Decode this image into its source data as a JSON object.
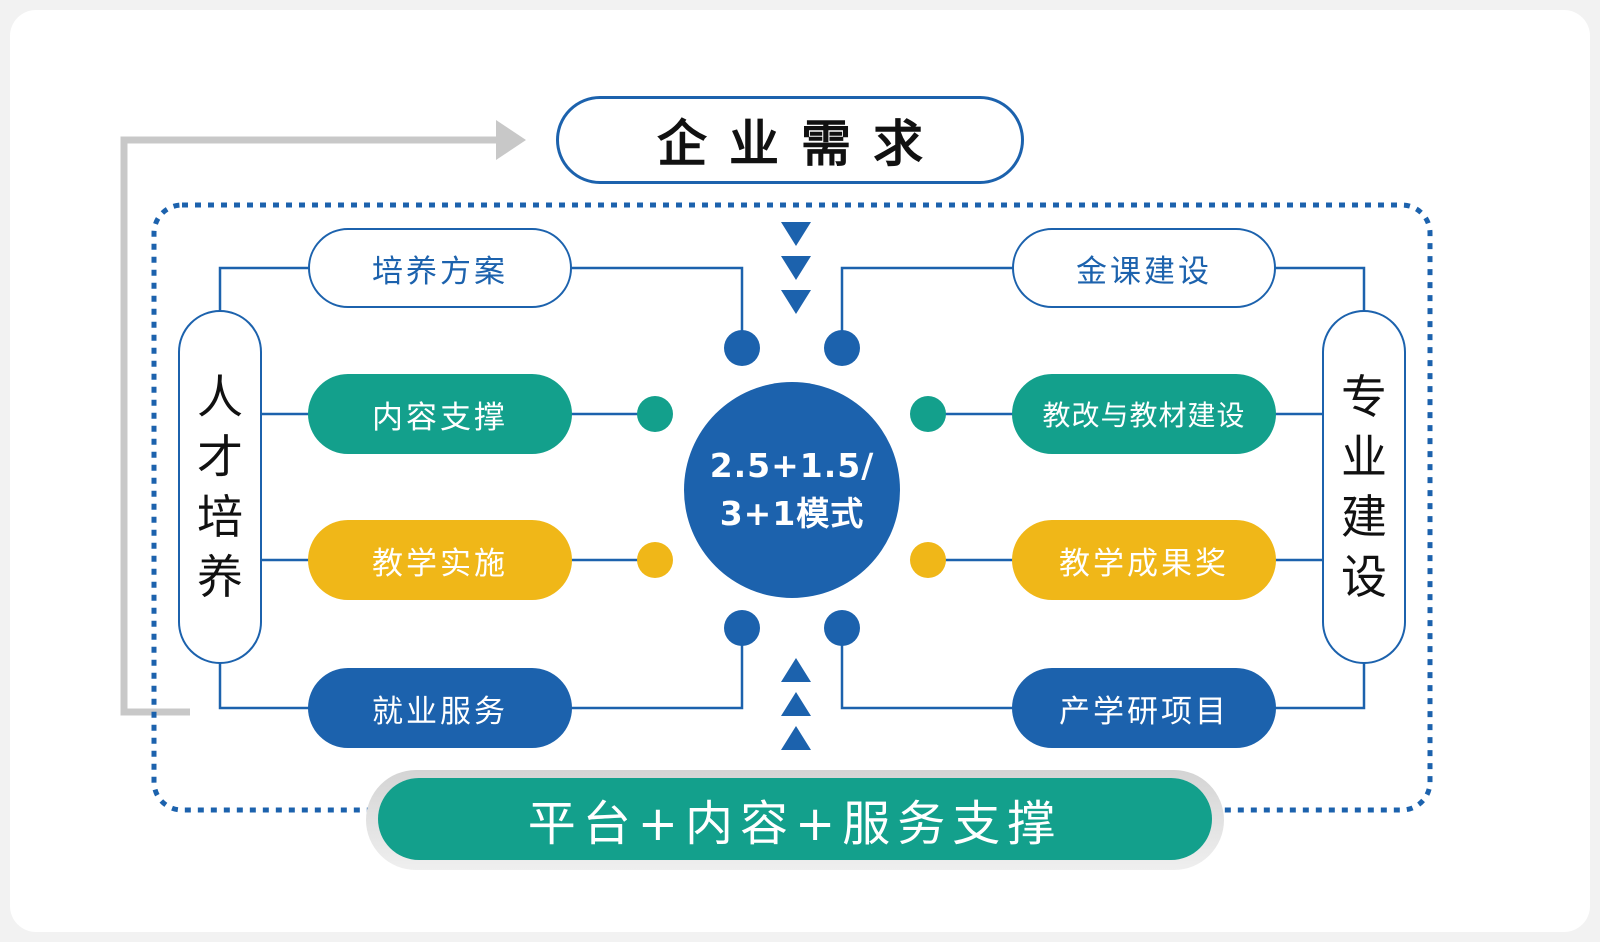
{
  "colors": {
    "blue": "#1c62ad",
    "teal": "#13a08c",
    "yellow": "#f0b718",
    "gray_arrow": "#c8c8c8"
  },
  "top_box": "企业需求",
  "center": {
    "line1": "2.5+1.5/",
    "line2": "3+1模式"
  },
  "left_vertical": "人才培养",
  "right_vertical": "专业建设",
  "left_items": [
    "培养方案",
    "内容支撑",
    "教学实施",
    "就业服务"
  ],
  "right_items": [
    "金课建设",
    "教改与教材建设",
    "教学成果奖",
    "产学研项目"
  ],
  "bottom_bar": "平台+内容+服务支撑"
}
